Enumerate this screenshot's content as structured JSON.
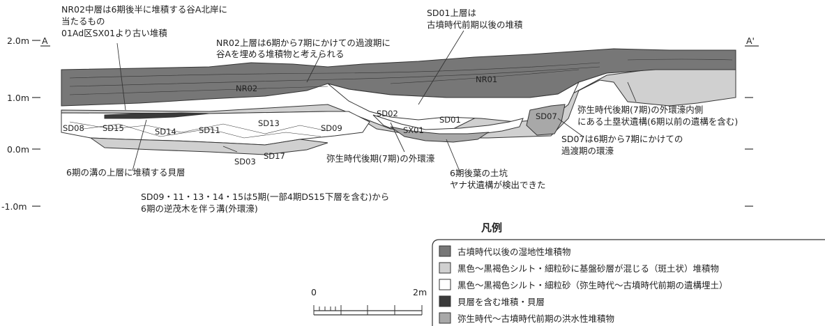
{
  "section": {
    "left_label": "A",
    "right_label": "A'"
  },
  "axis": {
    "ticks": [
      {
        "value": 2.0,
        "label": "2.0m"
      },
      {
        "value": 1.0,
        "label": "1.0m"
      },
      {
        "value": 0.0,
        "label": "0.0m"
      },
      {
        "value": -1.0,
        "label": "-1.0m"
      }
    ]
  },
  "annotations": {
    "nr02_middle": [
      "NR02中層は6期後半に堆積する谷A北岸に",
      "当たるもの",
      "01Ad区SX01より古い堆積"
    ],
    "nr02_upper": [
      "NR02上層は6期から7期にかけての過渡期に",
      "谷Aを埋める堆積物と考えられる"
    ],
    "sd01_upper": [
      "SD01上層は",
      "古墳時代前期以後の堆積"
    ],
    "yayoi_inner": [
      "弥生時代後期(7期)の外環濠内側",
      "にある土塁状遺構(6期以前の遺構を含む)"
    ],
    "sd07": [
      "SD07は6期から7期にかけての",
      "過渡期の環濠"
    ],
    "shell": [
      "6期の溝の上層に堆積する貝層"
    ],
    "outer_moat": [
      "弥生時代後期(7期)の外環濠"
    ],
    "pit": [
      "6期後葉の土坑",
      "ヤナ状遺構が検出できた"
    ],
    "ditches": [
      "SD09・11・13・14・15は5期(一部4期DS15下層を含む)から",
      "6期の逆茂木を伴う溝(外環濠)"
    ]
  },
  "features": {
    "nr02": "NR02",
    "nr01": "NR01",
    "sd08": "SD08",
    "sd15": "SD15",
    "sd14": "SD14",
    "sd11": "SD11",
    "sd13": "SD13",
    "sd09": "SD09",
    "sd02": "SD02",
    "sx01": "SX01",
    "sd01": "SD01",
    "sd07": "SD07",
    "sd03": "SD03",
    "sd17": "SD17"
  },
  "scale": {
    "min_label": "0",
    "max_label": "2m",
    "max_value_m": 2
  },
  "legend": {
    "title": "凡例",
    "items": [
      {
        "label": "古墳時代以後の湿地性堆積物",
        "color": "#777777"
      },
      {
        "label": "黒色〜黒褐色シルト・細粒砂に基盤砂層が混じる（斑土状）堆積物",
        "color": "#d0d0d0"
      },
      {
        "label": "黒色〜黒褐色シルト・細粒砂（弥生時代〜古墳時代前期の遺構埋土）",
        "color": "#ffffff"
      },
      {
        "label": "貝層を含む堆積・貝層",
        "color": "#3a3a3a"
      },
      {
        "label": "弥生時代〜古墳時代前期の洪水性堆積物",
        "color": "#a8a8a8"
      }
    ]
  }
}
